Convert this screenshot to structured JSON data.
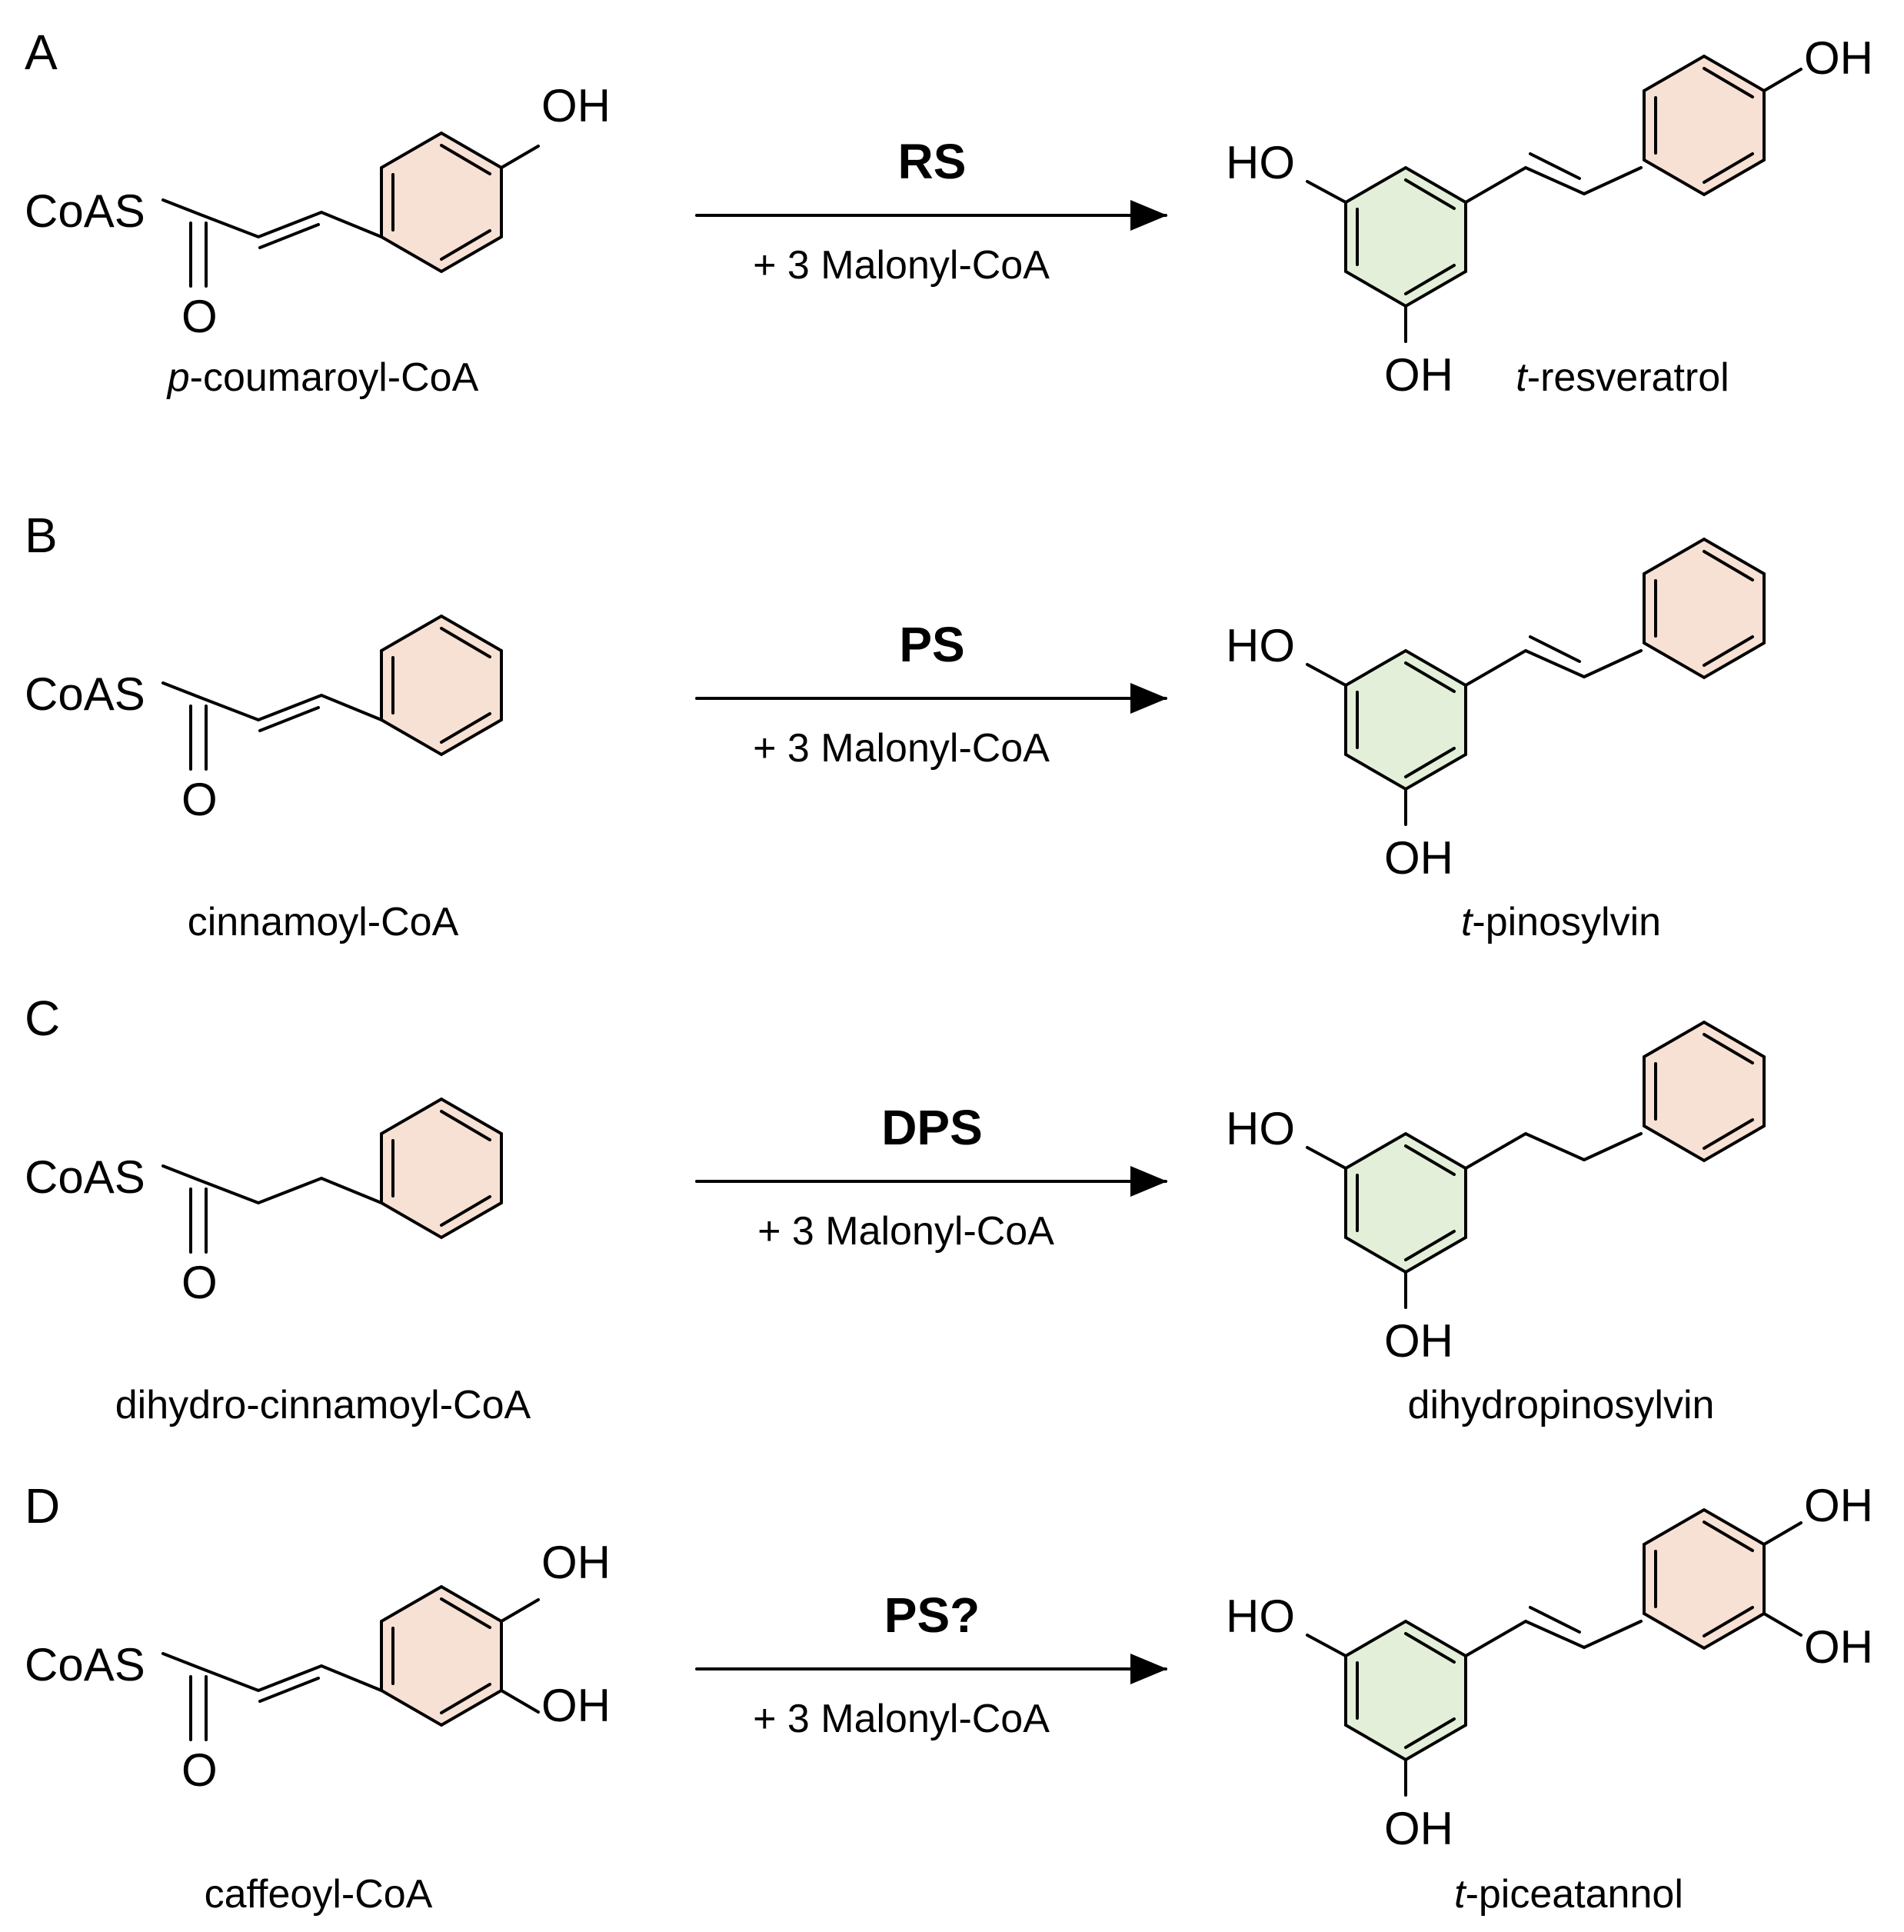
{
  "colors": {
    "substrate_ring": "#f7e0d4",
    "product_ring": "#e3efd8",
    "line": "#000000"
  },
  "atoms": {
    "coas": "CoAS",
    "o": "O",
    "oh": "OH",
    "ho": "HO"
  },
  "panels": [
    {
      "label": "A",
      "enzyme": "RS",
      "cosubstrate": "+ 3 Malonyl-CoA",
      "substrate_prefix": "p",
      "substrate_rest": "-coumaroyl-CoA",
      "product_prefix": "t",
      "product_rest": "-resveratrol"
    },
    {
      "label": "B",
      "enzyme": "PS",
      "cosubstrate": "+ 3 Malonyl-CoA",
      "substrate_prefix": "",
      "substrate_rest": "cinnamoyl-CoA",
      "product_prefix": "t",
      "product_rest": "-pinosylvin"
    },
    {
      "label": "C",
      "enzyme": "DPS",
      "cosubstrate": "+ 3 Malonyl-CoA",
      "substrate_prefix": "",
      "substrate_rest": "dihydro-cinnamoyl-CoA",
      "product_prefix": "",
      "product_rest": "dihydropinosylvin"
    },
    {
      "label": "D",
      "enzyme": "PS?",
      "cosubstrate": "+ 3 Malonyl-CoA",
      "substrate_prefix": "",
      "substrate_rest": "caffeoyl-CoA",
      "product_prefix": "t",
      "product_rest": "-piceatannol"
    }
  ]
}
